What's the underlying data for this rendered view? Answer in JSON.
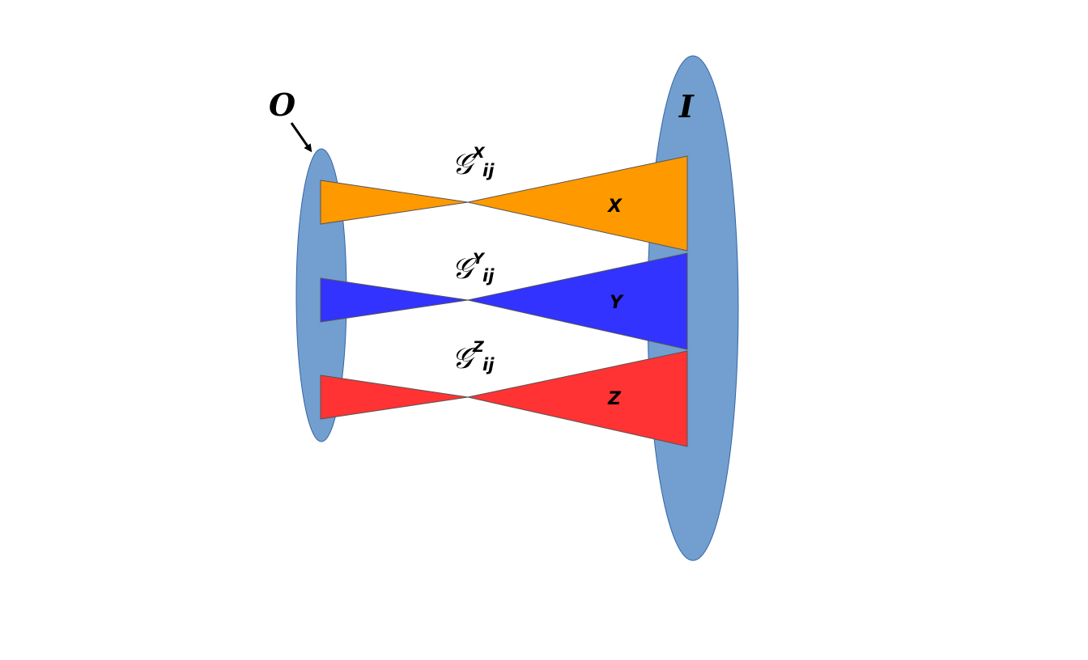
{
  "colors": {
    "ellipse_fill": "#729fcf",
    "ellipse_stroke": "#3465a4",
    "x_channel": "#ff9900",
    "y_channel": "#3333ff",
    "z_channel": "#ff3333",
    "arrow": "#000000"
  },
  "labels": {
    "output_set": "O",
    "input_set": "I"
  },
  "channels": [
    {
      "id": "x",
      "g_symbol": "𝒢",
      "superscript": "X",
      "subscript": "ij",
      "set_label": "X"
    },
    {
      "id": "y",
      "g_symbol": "𝒢",
      "superscript": "Y",
      "subscript": "ij",
      "set_label": "Y"
    },
    {
      "id": "z",
      "g_symbol": "𝒢",
      "superscript": "Z",
      "subscript": "ij",
      "set_label": "Z"
    }
  ]
}
